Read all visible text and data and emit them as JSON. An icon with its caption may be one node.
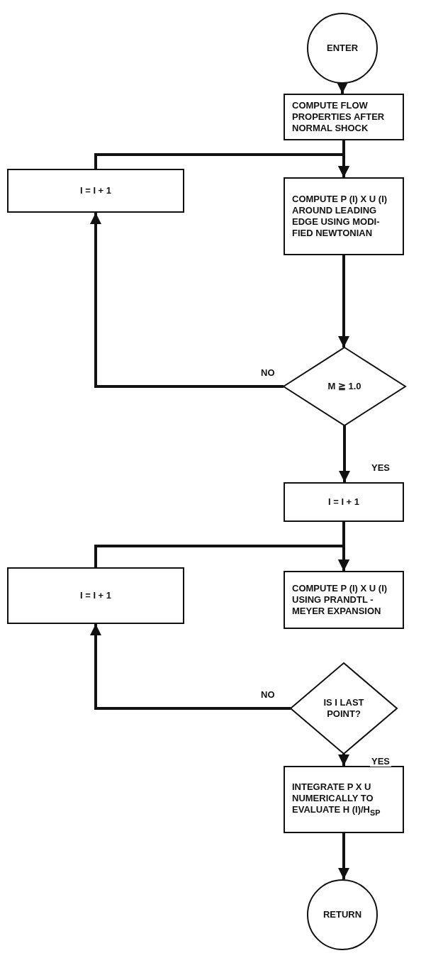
{
  "diagram": {
    "nodes": [
      {
        "text": [
          "ENTER"
        ]
      },
      {
        "text": [
          "COMPUTE FLOW PROPERTIES AFTER NORMAL SHOCK"
        ]
      },
      {
        "text": [
          "I = I + 1"
        ]
      },
      {
        "text": [
          "COMPUTE P (I) X U (I) AROUND LEADING EDGE USING MODI-FIED NEWTONIAN"
        ]
      },
      {
        "text": [
          "M ≧ 1.0"
        ]
      },
      {
        "text": [
          "I = I + 1"
        ]
      },
      {
        "text": [
          "I = I + 1"
        ]
      },
      {
        "text": [
          "COMPUTE P (I) X U (I) USING PRANDTL - MEYER EXPANSION"
        ]
      },
      {
        "text": [
          "IS I LAST POINT?"
        ]
      },
      {
        "text": [
          "INTEGRATE P X U NUMERICALLY TO EVALUATE H (I)/H$_{SP}$"
        ]
      },
      {
        "text": [
          "RETURN"
        ]
      }
    ],
    "edges": [
      {
        "from": 0,
        "to": 1,
        "arrow": "to"
      },
      {
        "from": 1,
        "to": 3,
        "arrow": "to"
      },
      {
        "from": 3,
        "to": 4,
        "arrow": "to"
      },
      {
        "from": 4,
        "to": 2,
        "arrow": "to",
        "label": "NO"
      },
      {
        "from": 2,
        "to": 3,
        "arrow": "to"
      },
      {
        "from": 4,
        "to": 5,
        "arrow": "to",
        "label": "YES"
      },
      {
        "from": 5,
        "to": 7,
        "arrow": "to"
      },
      {
        "from": 6,
        "to": 7,
        "arrow": "to"
      },
      {
        "from": 8,
        "to": 6,
        "arrow": "to",
        "label": "NO"
      },
      {
        "from": 8,
        "to": 9,
        "arrow": "to",
        "label": "YES"
      },
      {
        "from": 9,
        "to": 10,
        "arrow": "to"
      }
    ]
  }
}
